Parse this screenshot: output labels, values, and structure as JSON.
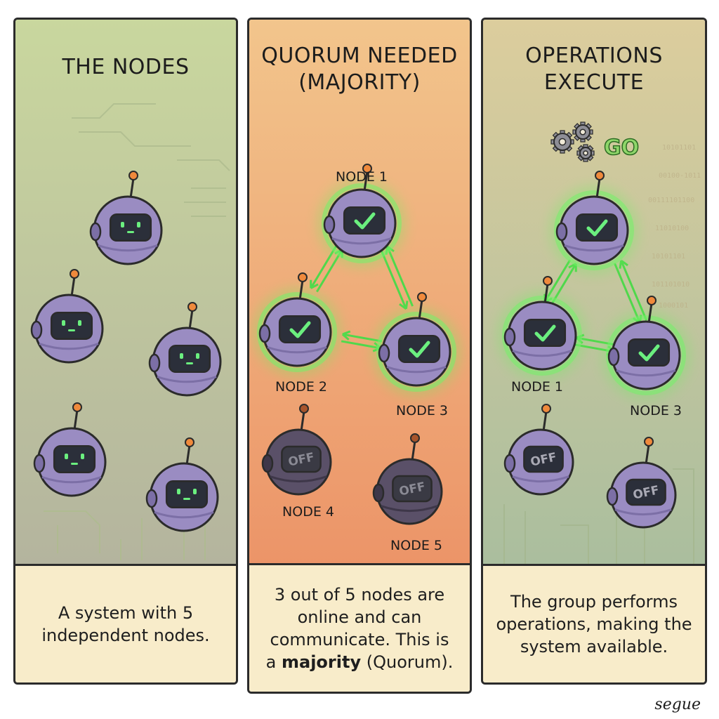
{
  "panels": [
    {
      "title_lines": [
        "THE NODES"
      ],
      "caption": "A system with 5 independent nodes.",
      "colors": {
        "top": "#c9d79e",
        "bottom": "#b4b49e"
      }
    },
    {
      "title_lines": [
        "QUORUM NEEDED",
        "(MAJORITY)"
      ],
      "caption_parts": {
        "before": "3 out of 5 nodes are online and can communicate. This is a",
        "bold": "majority",
        "after": "(Quorum)."
      },
      "colors": {
        "top": "#f2c58c",
        "bottom": "#ec9468"
      },
      "labels": {
        "node1": "NODE 1",
        "node2": "NODE 2",
        "node3": "NODE 3",
        "node4": "NODE 4",
        "node5": "NODE 5"
      },
      "off_text": "OFF"
    },
    {
      "title_lines": [
        "OPERATIONS",
        "EXECUTE"
      ],
      "caption": "The group performs operations, making the system available.",
      "colors": {
        "top": "#dccd9d",
        "bottom": "#aabe9e"
      },
      "labels": {
        "node1": "NODE 1",
        "node3": "NODE 3"
      },
      "off_text": "OFF",
      "go_text": "GO"
    }
  ],
  "signature": "segue",
  "icons": [
    "robot-icon",
    "checkmark-icon",
    "gear-icon",
    "arrow-icon",
    "antenna-icon"
  ],
  "accent": {
    "glow": "#5fe35a",
    "robot": "#9a8cc2",
    "screen": "#2b2f3a",
    "eye": "#6bef7f",
    "antenna_tip": "#f08a3c"
  }
}
